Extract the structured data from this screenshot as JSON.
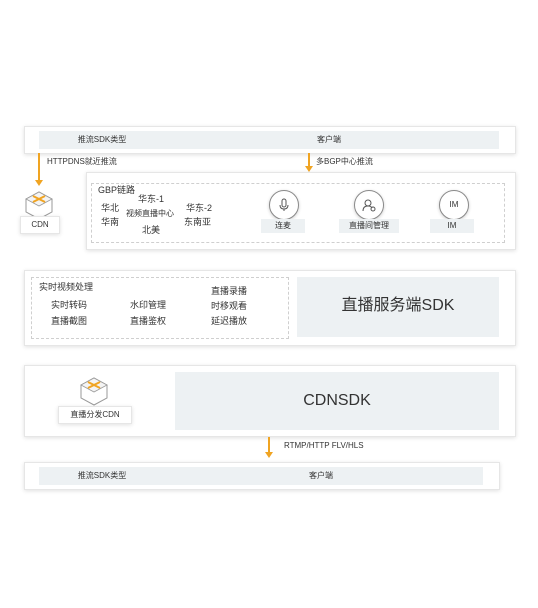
{
  "top_bar": {
    "left_label": "推流SDK类型",
    "right_label": "客户端"
  },
  "arrows": {
    "left_label": "HTTPDNS就近推流",
    "right_label": "多BGP中心推流",
    "bottom_label": "RTMP/HTTP FLV/HLS"
  },
  "cdn_top": {
    "label": "CDN",
    "icon": "cdn-cube-icon"
  },
  "gbp": {
    "title": "GBP链路",
    "huabei": "华北",
    "huanan": "华南",
    "huadong1": "华东-1",
    "center": "视频直播中心",
    "beimei": "北美",
    "huadong2": "华东-2",
    "dongnanya": "东南亚"
  },
  "services": [
    {
      "label": "连麦",
      "icon": "microphone-icon"
    },
    {
      "label": "直播间管理",
      "icon": "room-manage-icon"
    },
    {
      "label": "IM",
      "icon": "im-icon",
      "icon_text": "IM"
    }
  ],
  "processing": {
    "title": "实时视频处理",
    "col1": [
      "实时转码",
      "直播截图"
    ],
    "col2": [
      "水印管理",
      "直播鉴权"
    ],
    "col3": [
      "直播录播",
      "时移观看",
      "延迟播放"
    ]
  },
  "server_sdk": {
    "label": "直播服务端SDK"
  },
  "cdn_mid": {
    "label": "直播分发CDN",
    "icon": "cdn-cube-icon"
  },
  "cdn_sdk": {
    "label": "CDNSDK"
  },
  "bottom_bar": {
    "left_label": "推流SDK类型",
    "right_label": "客户端"
  },
  "colors": {
    "accent": "#f0a422",
    "panel_grey": "#edf1f3"
  }
}
